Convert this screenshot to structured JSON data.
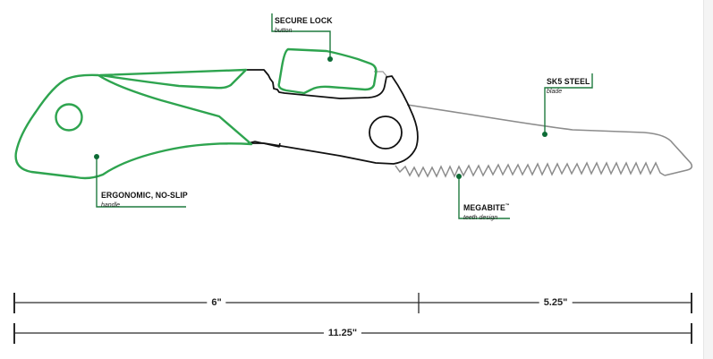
{
  "colors": {
    "accent_green": "#2ea44f",
    "leader_green": "#1f7a3f",
    "dot_green": "#0d6b35",
    "outline_black": "#111111",
    "blade_gray": "#8c8c8c",
    "background": "#ffffff"
  },
  "callouts": {
    "secure_lock": {
      "title": "SECURE LOCK",
      "subtitle": "button"
    },
    "sk5_steel": {
      "title": "SK5 STEEL",
      "subtitle": "blade"
    },
    "ergonomic": {
      "title": "ERGONOMIC, NO-SLIP",
      "subtitle": "handle"
    },
    "megabite": {
      "title": "MEGABITE",
      "trademark": "™",
      "subtitle": "teeth design"
    }
  },
  "dimensions": {
    "handle_length": "6\"",
    "blade_length": "5.25\"",
    "total_length": "11.25\""
  }
}
